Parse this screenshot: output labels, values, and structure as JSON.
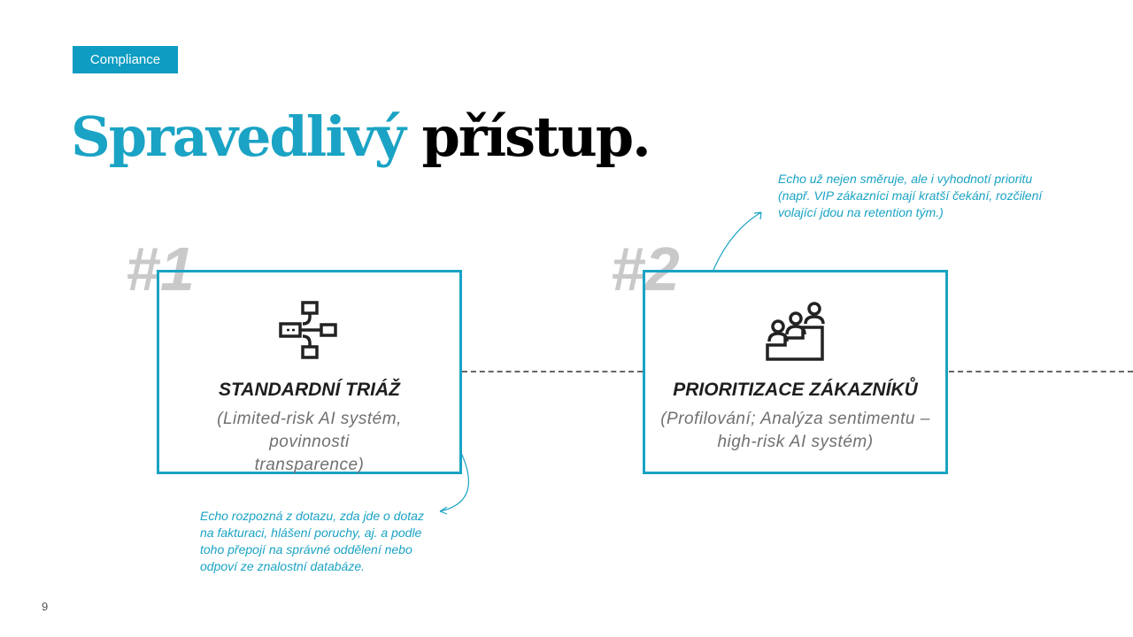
{
  "badge": "Compliance",
  "title": {
    "accent": "Spravedlivý",
    "rest": "přístup."
  },
  "steps": [
    {
      "number": "#1",
      "title": "STANDARDNÍ TRIÁŽ",
      "subtitle_lines": [
        "(Limited-risk AI systém,",
        "povinnosti",
        "transparence)"
      ],
      "icon": "flowchart-icon",
      "note": "Echo rozpozná z dotazu, zda jde o dotaz na fakturaci, hlášení poruchy, aj. a podle toho přepojí na správné oddělení nebo odpoví ze znalostní databáze."
    },
    {
      "number": "#2",
      "title": "PRIORITIZACE ZÁKAZNÍKŮ",
      "subtitle_lines": [
        "(Profilování; Analýza sentimentu –",
        "high-risk AI systém)"
      ],
      "icon": "people-podium-icon",
      "note": "Echo už nejen směruje, ale i vyhodnotí prioritu (např. VIP zákazníci mají kratší čekání, rozčilení volající jdou na retention tým.)"
    }
  ],
  "page_number": "9"
}
